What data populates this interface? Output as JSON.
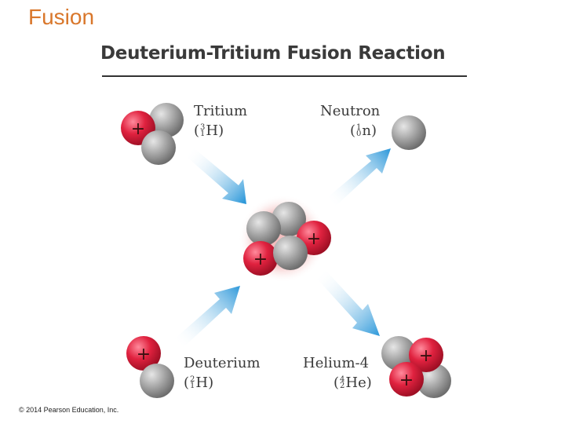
{
  "slide": {
    "title": "Fusion",
    "copyright": "© 2014 Pearson Education, Inc."
  },
  "diagram": {
    "title": "Deuterium-Tritium Fusion Reaction",
    "particles": {
      "tritium": {
        "name": "Tritium",
        "open": "(",
        "mass": "3",
        "atomic": "1",
        "symbol": "H",
        "close": ")"
      },
      "neutron": {
        "name": "Neutron",
        "open": "(",
        "mass": "1",
        "atomic": "0",
        "symbol": "n",
        "close": ")"
      },
      "deuterium": {
        "name": "Deuterium",
        "open": "(",
        "mass": "2",
        "atomic": "1",
        "symbol": "H",
        "close": ")"
      },
      "helium": {
        "name": "Helium-4",
        "open": "(",
        "mass": "4",
        "atomic": "2",
        "symbol": "He",
        "close": ")"
      }
    },
    "proton_sign": "+",
    "colors": {
      "proton": "#e0223f",
      "neutron": "#9a9a9a",
      "arrow": "#2b97d9",
      "title_orange": "#d9772b"
    }
  }
}
